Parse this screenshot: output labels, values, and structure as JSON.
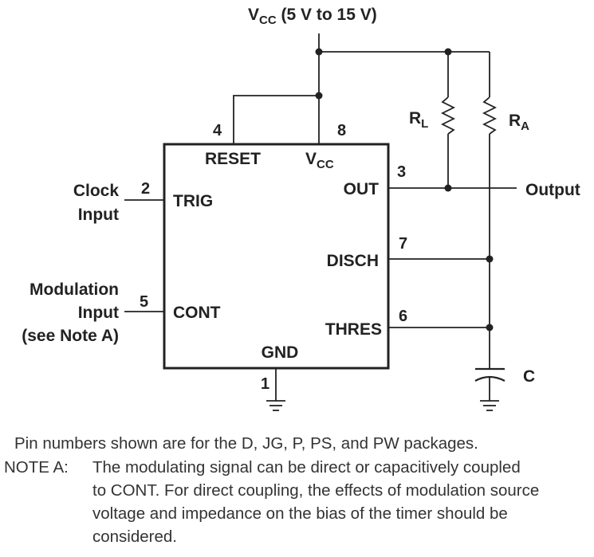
{
  "vcc_supply": {
    "main": "V",
    "sub": "CC",
    "suffix": " (5 V to 15 V)"
  },
  "pins": {
    "reset": {
      "num": "4",
      "name": "RESET"
    },
    "vcc": {
      "num": "8",
      "name_main": "V",
      "name_sub": "CC"
    },
    "out": {
      "num": "3",
      "name": "OUT"
    },
    "trig": {
      "num": "2",
      "name": "TRIG"
    },
    "cont": {
      "num": "5",
      "name": "CONT"
    },
    "disch": {
      "num": "7",
      "name": "DISCH"
    },
    "thres": {
      "num": "6",
      "name": "THRES"
    },
    "gnd": {
      "num": "1",
      "name": "GND"
    }
  },
  "components": {
    "rl": {
      "main": "R",
      "sub": "L"
    },
    "ra": {
      "main": "R",
      "sub": "A"
    },
    "c": "C"
  },
  "labels": {
    "output": "Output",
    "clock_line1": "Clock",
    "clock_line2": "Input",
    "mod_line1": "Modulation",
    "mod_line2": "Input",
    "mod_line3": "(see Note A)"
  },
  "notes": {
    "pin_numbers": "Pin numbers shown are for the D, JG, P, PS, and PW packages.",
    "note_a_label": "NOTE A:",
    "note_a_lines": [
      "The modulating signal can be direct or capacitively coupled",
      "to CONT. For direct coupling, the effects of modulation source",
      "voltage and impedance on the bias of the timer should be",
      "considered."
    ]
  }
}
